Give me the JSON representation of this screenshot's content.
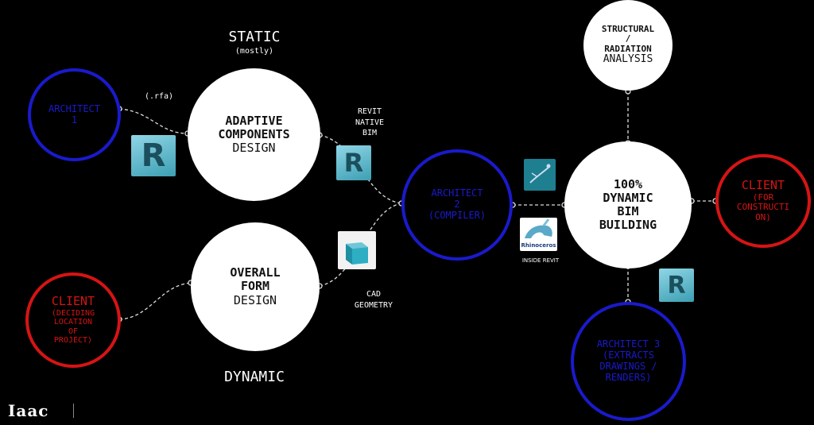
{
  "labels": {
    "static": "STATIC",
    "static_sub": "(mostly)",
    "dynamic": "DYNAMIC",
    "rfa": "(.rfa)",
    "revit_native_1": "REVIT",
    "revit_native_2": "NATIVE",
    "revit_native_3": "BIM",
    "cad_1": "CAD",
    "cad_2": "GEOMETRY",
    "inside_revit": "INSIDE REVIT",
    "rhino_text": "Rhinoceros",
    "logo": "Iaac"
  },
  "nodes": {
    "architect1": {
      "l1": "ARCHITECT",
      "l2": "1"
    },
    "adaptive": {
      "l1": "ADAPTIVE",
      "l2": "COMPONENTS",
      "l3": "DESIGN"
    },
    "overall": {
      "l1": "OVERALL",
      "l2": "FORM",
      "l3": "DESIGN"
    },
    "client1": {
      "l1": "CLIENT",
      "l2": "(DECIDING",
      "l3": "LOCATION",
      "l4": "OF",
      "l5": "PROJECT)"
    },
    "architect2": {
      "l1": "ARCHITECT",
      "l2": "2",
      "l3": "(COMPILER)"
    },
    "structural": {
      "l1": "STRUCTURAL",
      "l2": "/",
      "l3": "RADIATION",
      "l4": "ANALYSIS"
    },
    "bim": {
      "l1": "100%",
      "l2": "DYNAMIC",
      "l3": "BIM",
      "l4": "BUILDING"
    },
    "client2": {
      "l1": "CLIENT",
      "l2": "(FOR",
      "l3": "CONSTRUCTI",
      "l4": "ON)"
    },
    "architect3": {
      "l1": "ARCHITECT 3",
      "l2": "(EXTRACTS",
      "l3": "DRAWINGS /",
      "l4": "RENDERS)"
    }
  },
  "icons": {
    "revit_letter": "R",
    "revit_icon_name": "revit-icon",
    "cube_icon_name": "cube-icon",
    "swimmer_icon_name": "swimmer-icon",
    "rhino_icon_name": "rhino-icon"
  },
  "colors": {
    "blue": "#1a1acc",
    "red": "#d61414",
    "white": "#ffffff",
    "background": "#000000"
  }
}
